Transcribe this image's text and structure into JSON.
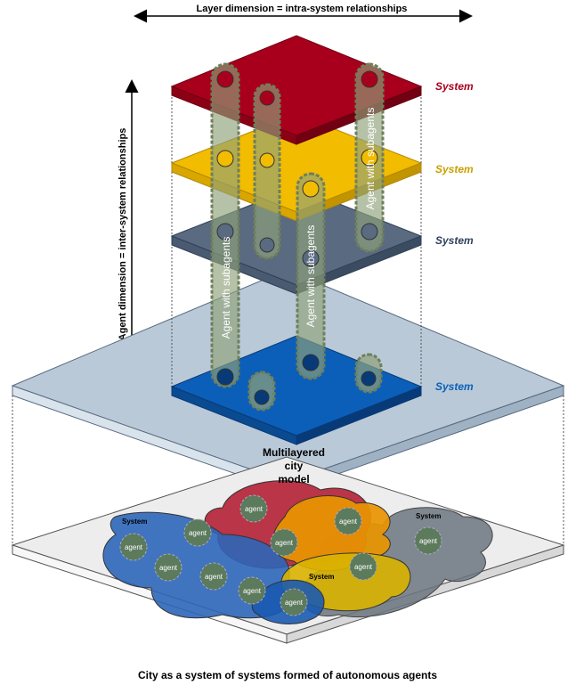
{
  "diagram": {
    "layer_dimension_label": "Layer dimension = intra-system relationships",
    "agent_dimension_label": "Agent dimension = inter-system relationships",
    "layers": [
      {
        "name": "System",
        "color": "#a8001c",
        "label_color": "#a8001c"
      },
      {
        "name": "System",
        "color": "#f2bc00",
        "label_color": "#c8a000"
      },
      {
        "name": "System",
        "color": "#5a6a80",
        "label_color": "#2f4059"
      },
      {
        "name": "System",
        "color": "#0b5fb8",
        "label_color": "#0b5fb8"
      }
    ],
    "agent_pillars": [
      {
        "label": "Agent with subagents"
      },
      {
        "label": "Agent with subagents"
      },
      {
        "label": "Agent with subagents"
      }
    ],
    "multilayer_label": [
      "Multilayered",
      "city",
      "model"
    ],
    "city_systems": [
      "System",
      "System",
      "System"
    ],
    "agent_label": "agent",
    "caption": "City as a system of systems formed of autonomous agents"
  }
}
